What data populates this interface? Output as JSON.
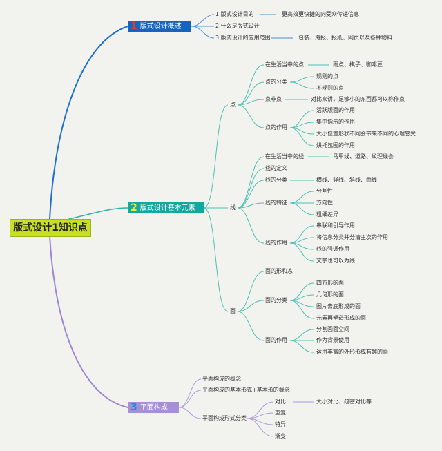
{
  "root": {
    "title": "版式设计1知识点"
  },
  "branch1": {
    "num": "1",
    "title": "版式设计概述",
    "items": [
      "1.版式设计目的",
      "2.什么是版式设计",
      "3.版式设计的应用范围"
    ],
    "purpose_detail": "更高效更快捷的向受众传递信息",
    "scope_detail": "包装、海报、报纸、网页以及各种物料"
  },
  "branch2": {
    "num": "2",
    "title": "版式设计基本元素",
    "point": {
      "label": "点",
      "in_life": "在生活当中的点",
      "in_life_detail": "雨点、棋子、咖啡豆",
      "classify": "点的分类",
      "classify_items": [
        "规则的点",
        "不规则的点"
      ],
      "relative": "点非点",
      "relative_detail": "对比来讲，足够小的东西都可以称作点",
      "function": "点的作用",
      "function_items": [
        "活跃版面的作用",
        "集中指示的作用",
        "大小位置形状不同会带来不同的心理感受",
        "烘托氛围的作用"
      ]
    },
    "line": {
      "label": "线",
      "in_life": "在生活当中的线",
      "in_life_detail": "马甲线、道路、纹理线条",
      "definition": "线的定义",
      "classify": "线的分类",
      "classify_detail": "横线、竖线、斜线、曲线",
      "feature": "线的特征",
      "feature_items": [
        "分割性",
        "方向性",
        "粗细差异"
      ],
      "function": "线的作用",
      "function_items": [
        "串联和引导作用",
        "将信息分类并分清主次的作用",
        "线的强调作用",
        "文字也可以为线"
      ]
    },
    "plane": {
      "label": "面",
      "shape": "面的形和态",
      "classify": "面的分类",
      "classify_items": [
        "四方形的面",
        "几何形的面",
        "图片去底形成的面",
        "元素再塑造形成的面"
      ],
      "function": "面的作用",
      "function_items": [
        "分割画面空间",
        "作为背景使用",
        "运用丰富的外形形成有趣的面"
      ]
    }
  },
  "branch3": {
    "num": "3",
    "title": "平面构成",
    "items": [
      "平面构成的概念",
      "平面构成的基本形式+基本形的概念",
      "平面构成形式分类"
    ],
    "forms": [
      "对比",
      "重复",
      "特异",
      "渐变"
    ],
    "contrast_detail": "大小对比、疏密对比等"
  },
  "colors": {
    "branch1": "#1565c0",
    "branch2": "#13a89e",
    "branch3": "#9b87d6",
    "root": "#c9e022"
  }
}
